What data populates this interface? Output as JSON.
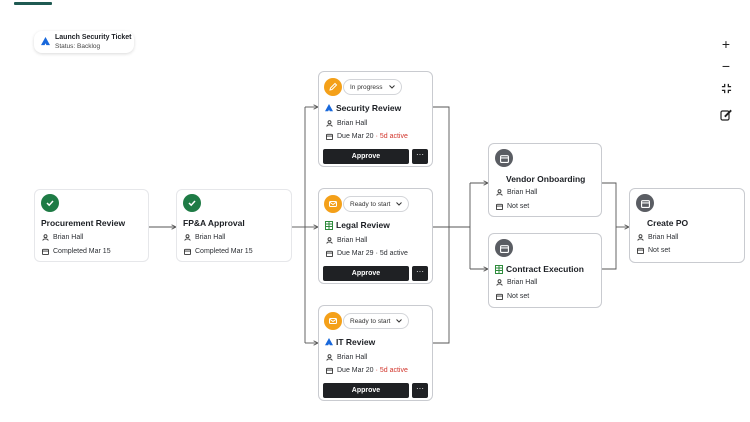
{
  "ticket": {
    "title": "Launch Security Ticket",
    "status": "Status: Backlog"
  },
  "controls": {
    "zoom_in": "+",
    "zoom_out": "−"
  },
  "nodes": {
    "procurement": {
      "title": "Procurement Review",
      "assignee": "Brian Hall",
      "date": "Completed Mar 15",
      "state": "complete"
    },
    "fpa": {
      "title": "FP&A Approval",
      "assignee": "Brian Hall",
      "date": "Completed Mar 15",
      "state": "complete"
    },
    "security": {
      "status": "In progress",
      "title": "Security Review",
      "assignee": "Brian Hall",
      "due": "Due Mar 20",
      "active": "· 5d active",
      "approve": "Approve",
      "more": "···"
    },
    "legal": {
      "status": "Ready to start",
      "title": "Legal Review",
      "assignee": "Brian Hall",
      "due": "Due Mar 29",
      "active": "· 5d active",
      "approve": "Approve",
      "more": "···"
    },
    "it": {
      "status": "Ready to start",
      "title": "IT Review",
      "assignee": "Brian Hall",
      "due": "Due Mar 20",
      "active": "· 5d active",
      "approve": "Approve",
      "more": "···"
    },
    "vendor": {
      "title": "Vendor Onboarding",
      "assignee": "Brian Hall",
      "date": "Not set"
    },
    "contract": {
      "title": "Contract Execution",
      "assignee": "Brian Hall",
      "date": "Not set"
    },
    "po": {
      "title": "Create PO",
      "assignee": "Brian Hall",
      "date": "Not set"
    }
  },
  "colors": {
    "complete": "#1e7b45",
    "active": "#f4a019",
    "pending": "#5a5d63",
    "overdue": "#d2352c",
    "accent": "#1f5a52"
  }
}
